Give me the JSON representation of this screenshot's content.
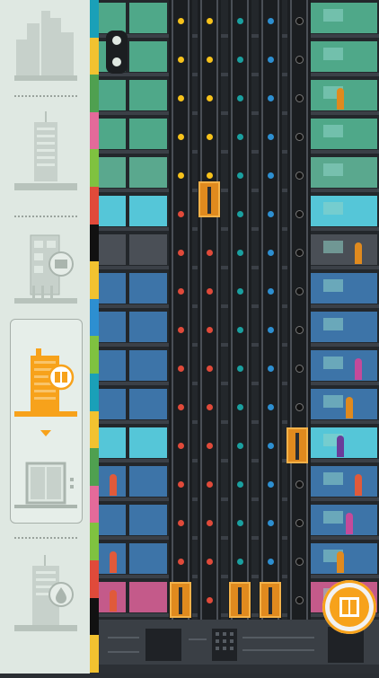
{
  "sidebar": {
    "items": [
      {
        "name": "city-skyline",
        "state": "inactive"
      },
      {
        "name": "office-tower",
        "state": "inactive"
      },
      {
        "name": "tower-with-elevator-badge",
        "state": "inactive"
      },
      {
        "name": "tower-with-door-badge",
        "state": "selected"
      },
      {
        "name": "elevator-door",
        "state": "selected-detail"
      },
      {
        "name": "tower-with-water-badge",
        "state": "inactive"
      }
    ]
  },
  "colors": {
    "sidebar_bg": "#dfe8e2",
    "selected_accent": "#f7a21b",
    "elevator": "#e08a1e",
    "floor_green": "#4fa889",
    "floor_cyan": "#55c6d8",
    "floor_blue": "#3d74a8",
    "stripe": [
      "#1aa0b8",
      "#f2c230",
      "#4fa050",
      "#e46a9a",
      "#7fc240",
      "#e04a3a",
      "#111111",
      "#f2c230",
      "#2d8fd1",
      "#7fc240"
    ]
  },
  "button": {
    "icon": "elevator-door-icon"
  }
}
